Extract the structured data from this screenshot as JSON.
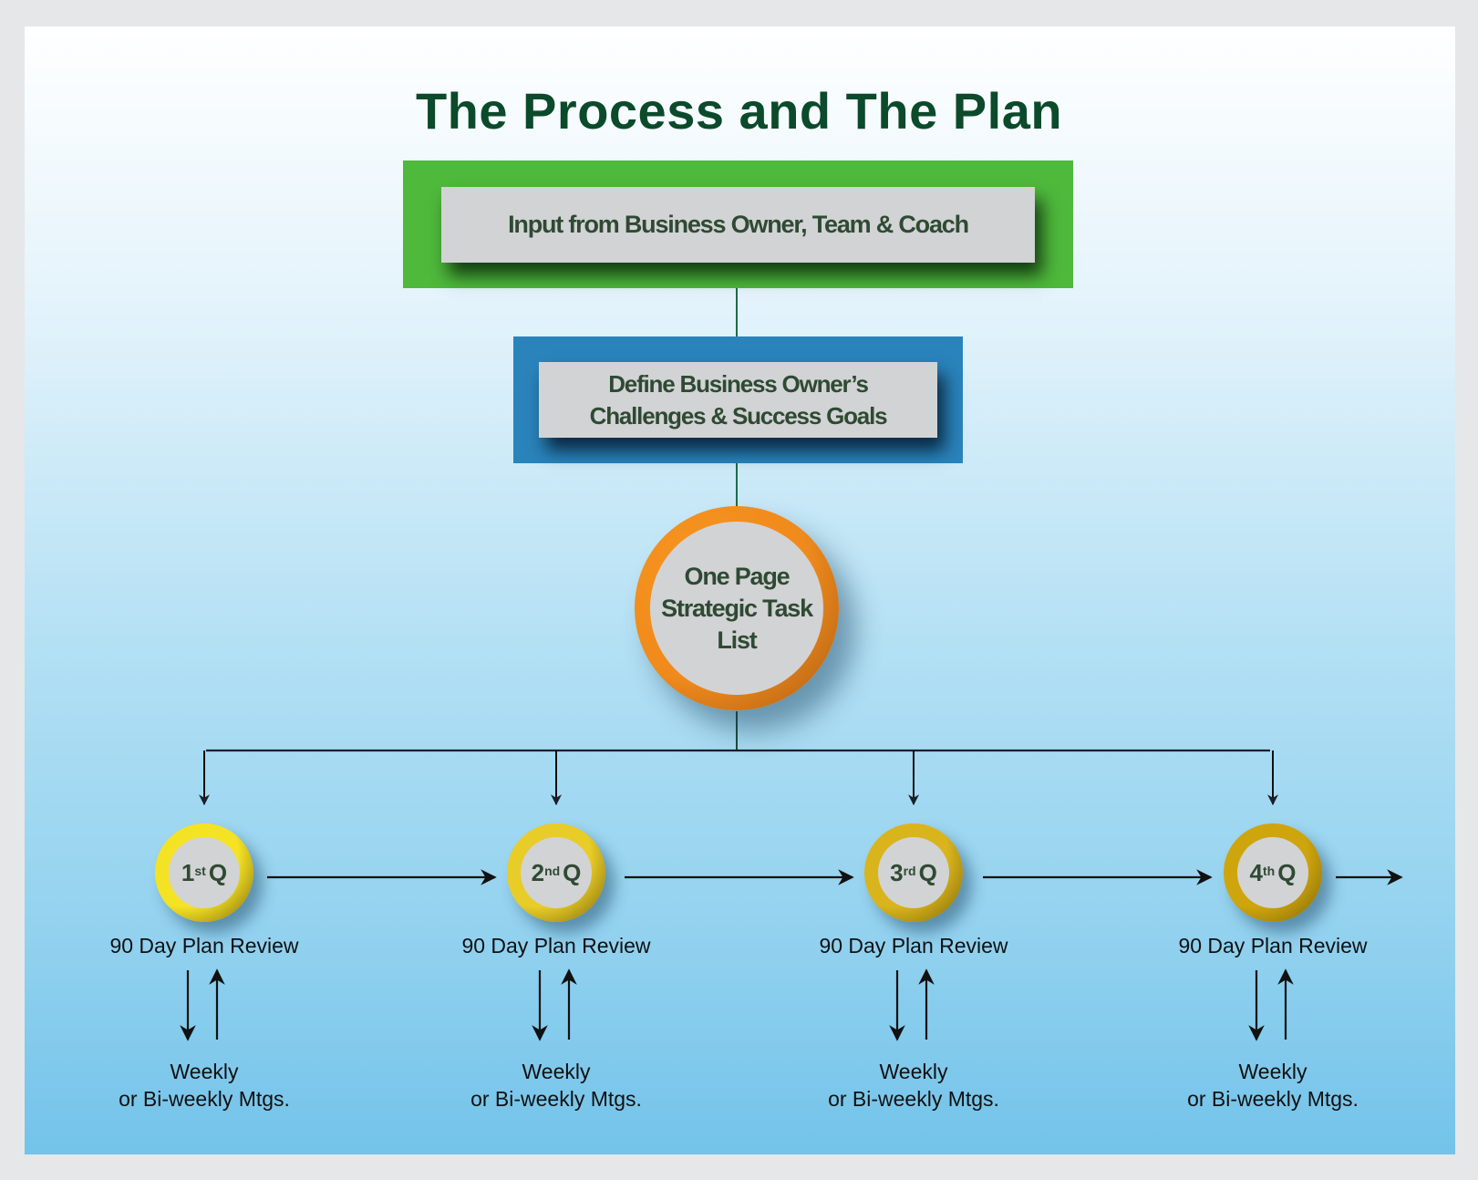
{
  "title": "The Process and The Plan",
  "steps": {
    "input": "Input from Business Owner, Team & Coach",
    "define_line1": "Define Business Owner’s",
    "define_line2": "Challenges & Success Goals",
    "task_list_line1": "One Page",
    "task_list_line2": "Strategic Task",
    "task_list_line3": "List"
  },
  "quarters": [
    {
      "num": "1",
      "suffix": "st",
      "letter": "Q",
      "review": "90 Day Plan Review",
      "meet_line1": "Weekly",
      "meet_line2": "or Bi-weekly Mtgs."
    },
    {
      "num": "2",
      "suffix": "nd",
      "letter": "Q",
      "review": "90 Day Plan Review",
      "meet_line1": "Weekly",
      "meet_line2": "or Bi-weekly Mtgs."
    },
    {
      "num": "3",
      "suffix": "rd",
      "letter": "Q",
      "review": "90 Day Plan Review",
      "meet_line1": "Weekly",
      "meet_line2": "or Bi-weekly Mtgs."
    },
    {
      "num": "4",
      "suffix": "th",
      "letter": "Q",
      "review": "90 Day Plan Review",
      "meet_line1": "Weekly",
      "meet_line2": "or Bi-weekly Mtgs."
    }
  ],
  "colors": {
    "title": "#0b4a2a",
    "input_box": "#4fb93c",
    "define_box": "#2a84bb",
    "task_list_circle": "#f7951f",
    "q1": "#f4e225",
    "q2": "#e8cc28",
    "q3": "#d9b41c",
    "q4": "#cfa50d"
  }
}
